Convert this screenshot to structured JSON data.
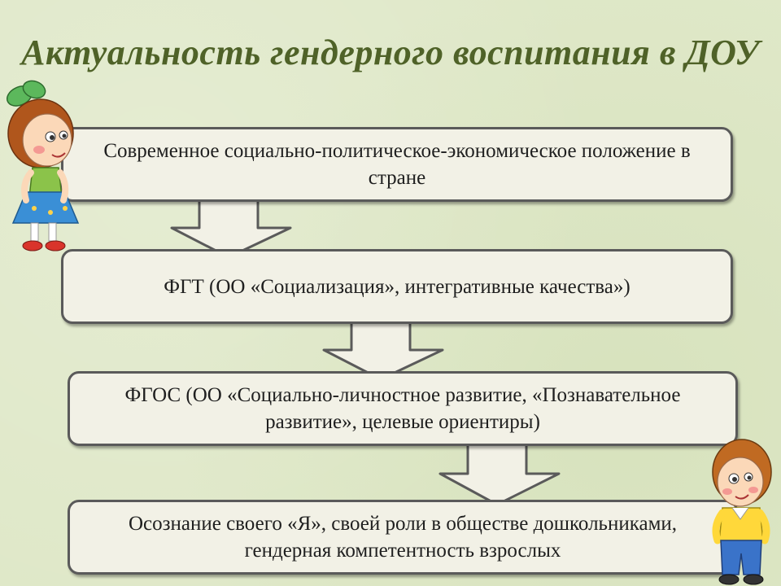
{
  "slide": {
    "title": "Актуальность гендерного воспитания в ДОУ",
    "steps": [
      {
        "text": "Современное социально-политическое-экономическое положение в стране"
      },
      {
        "text": "ФГТ (ОО «Социализация», интегративные качества»)"
      },
      {
        "text": "ФГОС (ОО «Социально-личностное развитие, «Познавательное развитие», целевые ориентиры)"
      },
      {
        "text": "Осознание своего «Я», своей роли в обществе дошкольниками, гендерная компетентность взрослых"
      }
    ],
    "colors": {
      "background": "#dfe8c8",
      "title": "#4f6228",
      "box_fill": "#f2f1e6",
      "box_border": "#5a5a5a"
    },
    "icons": [
      "down-arrow-icon",
      "girl-cartoon-icon",
      "boy-cartoon-icon"
    ]
  }
}
